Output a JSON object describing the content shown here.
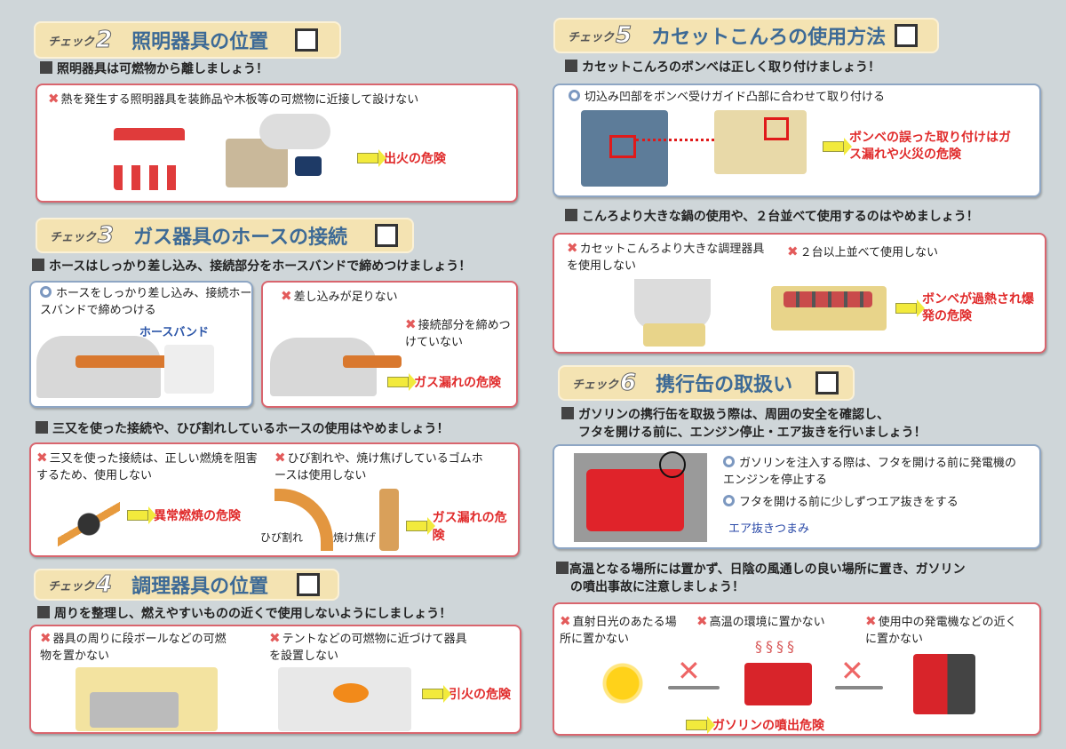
{
  "check_prefix": "チェック",
  "check2": {
    "num": "2",
    "title": "照明器具の位置",
    "heading": "照明器具は可燃物から離しましょう！",
    "item": "熱を発生する照明器具を装飾品や木板等の可燃物に近接して設けない",
    "danger": "出火の危険"
  },
  "check3": {
    "num": "3",
    "title": "ガス器具のホースの接続",
    "heading1": "ホースはしっかり差し込み、接続部分をホースバンドで締めつけましょう！",
    "good": "ホースをしっかり差し込み、接続ホースバンドで締めつける",
    "good_label": "ホースバンド",
    "bad1": "差し込みが足りない",
    "bad2": "接続部分を締めつけていない",
    "danger1": "ガス漏れの危険",
    "heading2": "三又を使った接続や、ひび割れしているホースの使用はやめましょう！",
    "bad3": "三又を使った接続は、正しい燃焼を阻害するため、使用しない",
    "danger2": "異常燃焼の危険",
    "bad4": "ひび割れや、焼け焦げしているゴムホースは使用しない",
    "label_crack": "ひび割れ",
    "label_burn": "焼け焦げ",
    "danger3": "ガス漏れの危険"
  },
  "check4": {
    "num": "4",
    "title": "調理器具の位置",
    "heading": "周りを整理し、燃えやすいものの近くで使用しないようにしましょう！",
    "bad1": "器具の周りに段ボールなどの可燃物を置かない",
    "bad2": "テントなどの可燃物に近づけて器具を設置しない",
    "danger": "引火の危険"
  },
  "check5": {
    "num": "5",
    "title": "カセットこんろの使用方法",
    "heading1": "カセットこんろのボンベは正しく取り付けましょう！",
    "good": "切込み凹部をボンベ受けガイド凸部に合わせて取り付ける",
    "danger1": "ボンベの誤った取り付けはガス漏れや火災の危険",
    "heading2": "こんろより大きな鍋の使用や、２台並べて使用するのはやめましょう！",
    "bad1": "カセットこんろより大きな調理器具を使用しない",
    "bad2": "２台以上並べて使用しない",
    "danger2": "ボンベが過熱され爆発の危険"
  },
  "check6": {
    "num": "6",
    "title": "携行缶の取扱い",
    "heading1a": "ガソリンの携行缶を取扱う際は、周囲の安全を確認し、",
    "heading1b": "フタを開ける前に、エンジン停止・エア抜きを行いましょう！",
    "good1": "ガソリンを注入する際は、フタを開ける前に発電機のエンジンを停止する",
    "good2": "フタを開ける前に少しずつエア抜きをする",
    "air_label": "エア抜きつまみ",
    "heading2a": "高温となる場所には置かず、日陰の風通しの良い場所に置き、ガソリン",
    "heading2b": "の噴出事故に注意しましょう！",
    "bad1": "直射日光のあたる場所に置かない",
    "bad2": "高温の環境に置かない",
    "bad3": "使用中の発電機などの近くに置かない",
    "danger": "ガソリンの噴出危険"
  },
  "colors": {
    "header": "#f4e3b2",
    "title": "#3d6a96",
    "danger": "#e02a2a",
    "red_border": "#d9656e",
    "blue_border": "#8ea6c4"
  }
}
